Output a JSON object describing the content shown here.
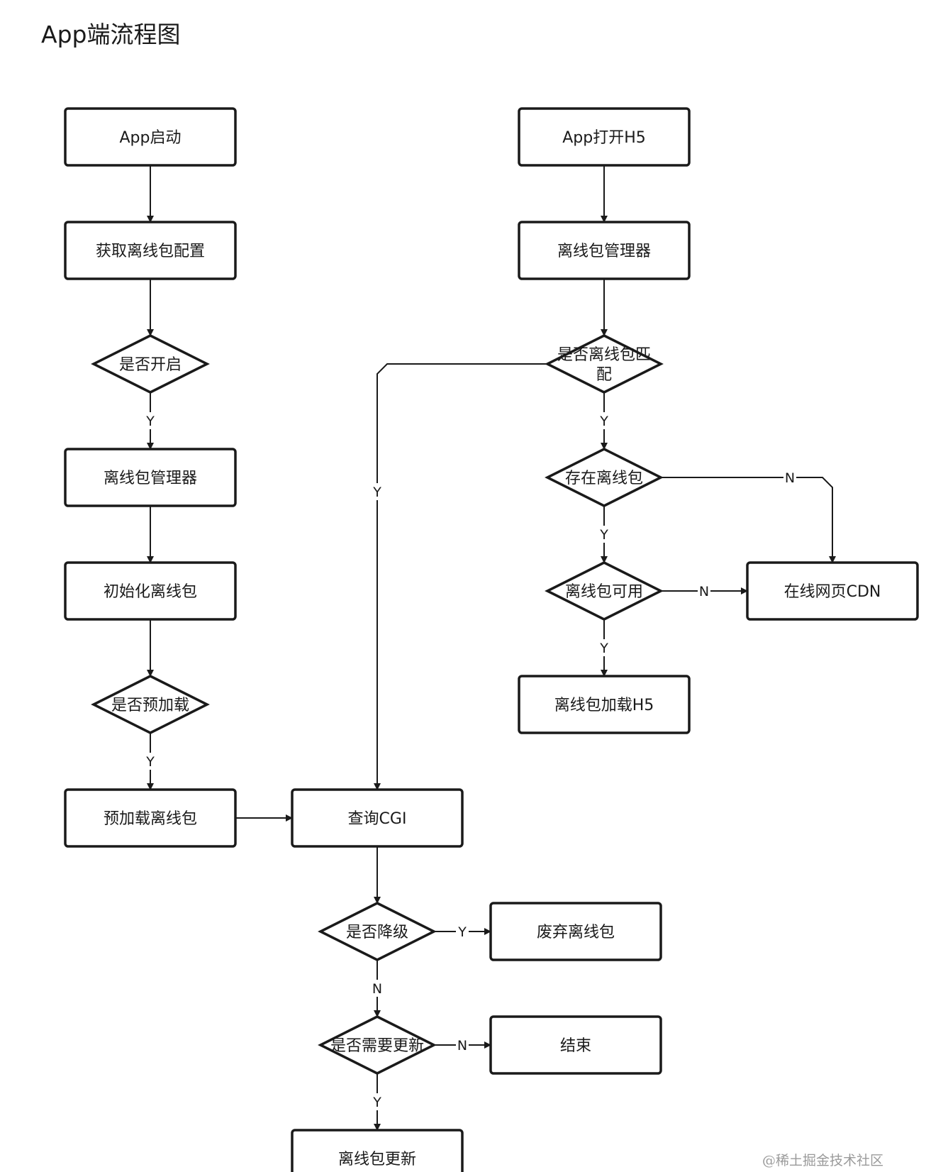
{
  "title": "App端流程图",
  "watermark": "@稀土掘金技术社区",
  "colors": {
    "stroke": "#1a1a1a",
    "fill": "#ffffff",
    "text": "#1a1a1a",
    "watermark": "#9a9a9a"
  },
  "nodes": [
    {
      "id": "app-start",
      "type": "process",
      "label": [
        "App启动"
      ]
    },
    {
      "id": "get-config",
      "type": "process",
      "label": [
        "获取离线包配置"
      ]
    },
    {
      "id": "is-enabled",
      "type": "decision",
      "label": [
        "是否开启"
      ]
    },
    {
      "id": "manager-left",
      "type": "process",
      "label": [
        "离线包管理器"
      ]
    },
    {
      "id": "init-package",
      "type": "process",
      "label": [
        "初始化离线包"
      ]
    },
    {
      "id": "is-preload",
      "type": "decision",
      "label": [
        "是否预加载"
      ]
    },
    {
      "id": "preload-package",
      "type": "process",
      "label": [
        "预加载离线包"
      ]
    },
    {
      "id": "query-cgi",
      "type": "process",
      "label": [
        "查询CGI"
      ]
    },
    {
      "id": "is-downgrade",
      "type": "decision",
      "label": [
        "是否降级"
      ]
    },
    {
      "id": "discard-package",
      "type": "process",
      "label": [
        "废弃离线包"
      ]
    },
    {
      "id": "need-update",
      "type": "decision",
      "label": [
        "是否需要更新"
      ]
    },
    {
      "id": "end",
      "type": "process",
      "label": [
        "结束"
      ]
    },
    {
      "id": "update-package",
      "type": "process",
      "label": [
        "离线包更新"
      ]
    },
    {
      "id": "app-open-h5",
      "type": "process",
      "label": [
        "App打开H5"
      ]
    },
    {
      "id": "manager-right",
      "type": "process",
      "label": [
        "离线包管理器"
      ]
    },
    {
      "id": "package-match",
      "type": "decision",
      "label": [
        "是否离线包匹",
        "配"
      ]
    },
    {
      "id": "package-exists",
      "type": "decision",
      "label": [
        "存在离线包"
      ]
    },
    {
      "id": "package-usable",
      "type": "decision",
      "label": [
        "离线包可用"
      ]
    },
    {
      "id": "load-h5",
      "type": "process",
      "label": [
        "离线包加载H5"
      ]
    },
    {
      "id": "online-cdn",
      "type": "process",
      "label": [
        "在线网页CDN"
      ]
    }
  ],
  "edges": [
    {
      "from": "app-start",
      "to": "get-config",
      "label": ""
    },
    {
      "from": "get-config",
      "to": "is-enabled",
      "label": ""
    },
    {
      "from": "is-enabled",
      "to": "manager-left",
      "label": "Y"
    },
    {
      "from": "manager-left",
      "to": "init-package",
      "label": ""
    },
    {
      "from": "init-package",
      "to": "is-preload",
      "label": ""
    },
    {
      "from": "is-preload",
      "to": "preload-package",
      "label": "Y"
    },
    {
      "from": "preload-package",
      "to": "query-cgi",
      "label": ""
    },
    {
      "from": "query-cgi",
      "to": "is-downgrade",
      "label": ""
    },
    {
      "from": "is-downgrade",
      "to": "discard-package",
      "label": "Y"
    },
    {
      "from": "is-downgrade",
      "to": "need-update",
      "label": "N"
    },
    {
      "from": "need-update",
      "to": "end",
      "label": "N"
    },
    {
      "from": "need-update",
      "to": "update-package",
      "label": "Y"
    },
    {
      "from": "app-open-h5",
      "to": "manager-right",
      "label": ""
    },
    {
      "from": "manager-right",
      "to": "package-match",
      "label": ""
    },
    {
      "from": "package-match",
      "to": "query-cgi",
      "label": "Y"
    },
    {
      "from": "package-match",
      "to": "package-exists",
      "label": "Y"
    },
    {
      "from": "package-exists",
      "to": "online-cdn",
      "label": "N"
    },
    {
      "from": "package-exists",
      "to": "package-usable",
      "label": "Y"
    },
    {
      "from": "package-usable",
      "to": "online-cdn",
      "label": "N"
    },
    {
      "from": "package-usable",
      "to": "load-h5",
      "label": "Y"
    }
  ]
}
